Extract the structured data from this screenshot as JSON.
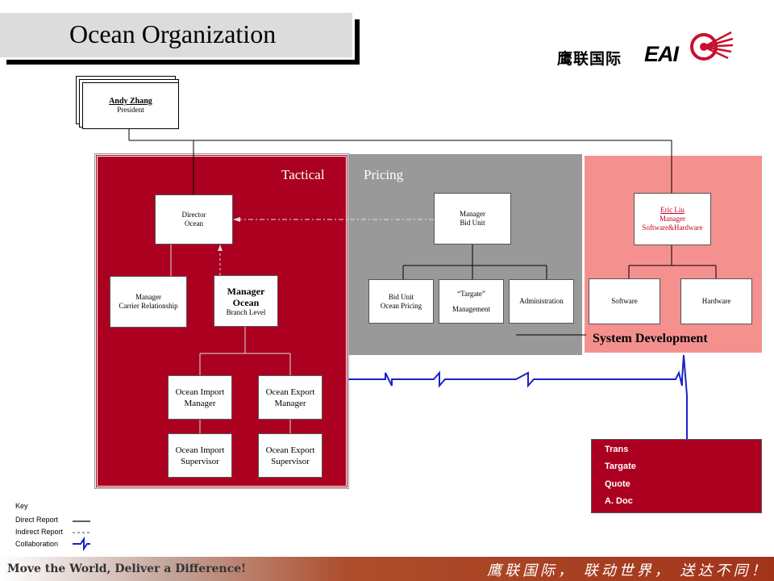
{
  "header": {
    "title": "Ocean Organization",
    "logo_cn": "鹰联国际",
    "logo_en": "EAI"
  },
  "org": {
    "president": {
      "name": "Andy Zhang",
      "role": "President"
    },
    "director": {
      "line1": "Director",
      "line2": "Ocean"
    },
    "carrier_mgr": {
      "line1": "Manager",
      "line2": "Carrier Relationship"
    },
    "ocean_mgr": {
      "line1": "Manager",
      "line2": "Ocean",
      "line3": "Branch Level"
    },
    "import_mgr": {
      "line1": "Ocean Import",
      "line2": "Manager"
    },
    "export_mgr": {
      "line1": "Ocean Export",
      "line2": "Manager"
    },
    "import_sup": {
      "line1": "Ocean Import",
      "line2": "Supervisor"
    },
    "export_sup": {
      "line1": "Ocean Export",
      "line2": "Supervisor"
    },
    "bid_mgr": {
      "line1": "Manager",
      "line2": "Bid Unit"
    },
    "bid_pricing": {
      "line1": "Bid Unit",
      "line2": "Ocean Pricing"
    },
    "targate_mgmt": {
      "line1": "“Targate”",
      "line2": "Management"
    },
    "administration": {
      "label": "Administration"
    },
    "eric": {
      "name": "Eric Liu",
      "line2": "Manager",
      "line3": "Software&Hardware"
    },
    "software": {
      "label": "Software"
    },
    "hardware": {
      "label": "Hardware"
    }
  },
  "panels": {
    "tactical": "Tactical",
    "pricing": "Pricing",
    "sysdev": "System Development"
  },
  "systems": [
    "Trans",
    "Targate",
    "Quote",
    "A. Doc"
  ],
  "key": {
    "title": "Key",
    "direct": "Direct Report",
    "indirect": "Indirect Report",
    "collab": "Collaboration"
  },
  "footer": {
    "text": "Move the World, Deliver a Difference!",
    "slogan": "鹰联国际， 联动世界， 送达不同！"
  },
  "colors": {
    "tactical_red": "#ab0020",
    "pricing_grey": "#999999",
    "sysdev_pink": "#f4918f",
    "collab_blue": "#1a22c8"
  }
}
